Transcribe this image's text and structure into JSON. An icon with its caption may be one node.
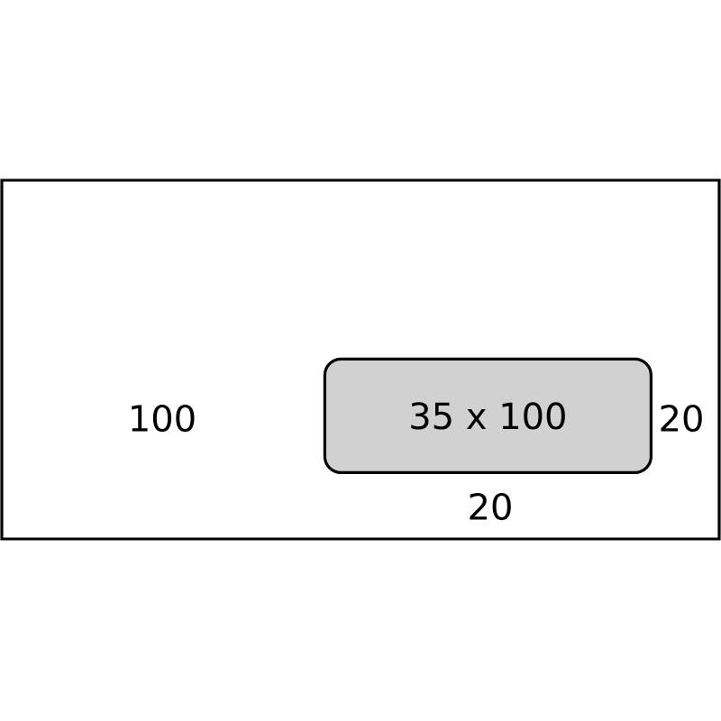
{
  "diagram": {
    "nodes": [
      {
        "text": [],
        "shape": "box"
      },
      {
        "text": [
          "35 x 100"
        ],
        "in": 0
      }
    ],
    "labels": [
      "100",
      "20",
      "20"
    ]
  }
}
